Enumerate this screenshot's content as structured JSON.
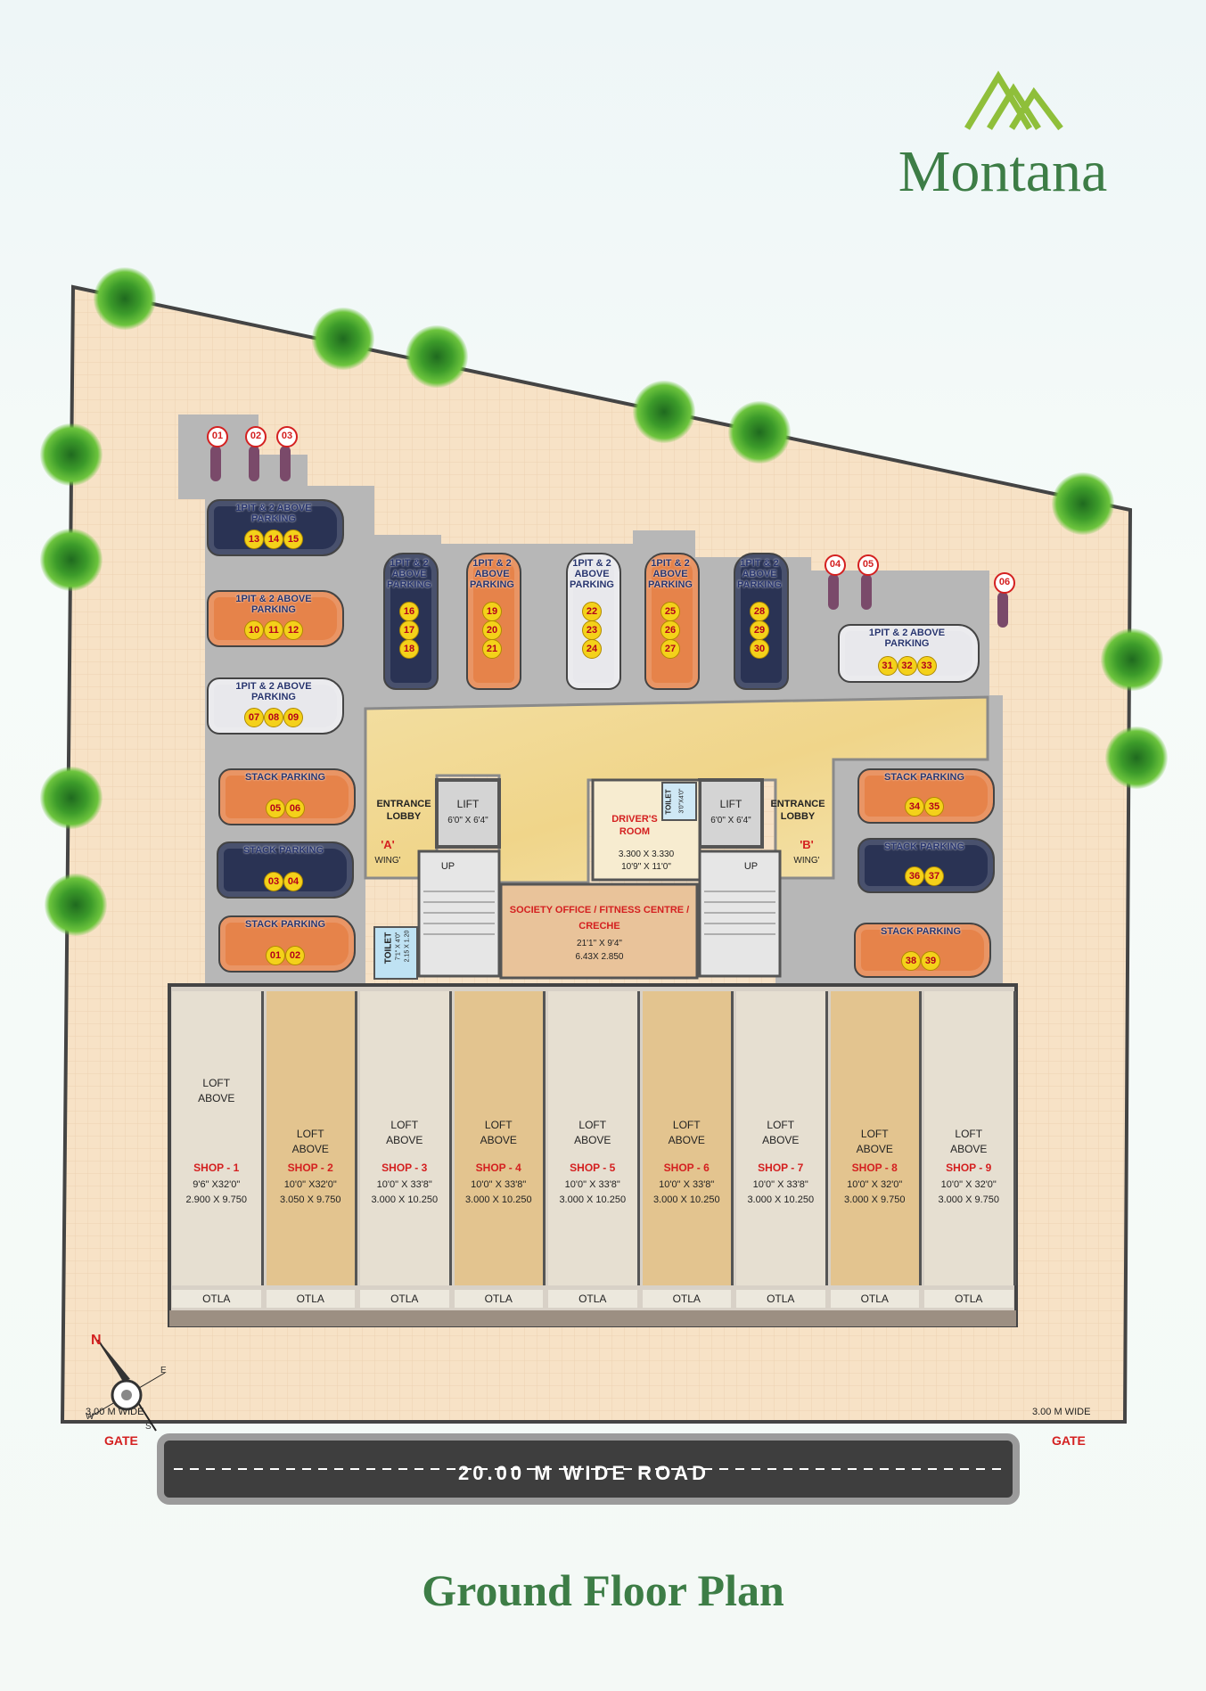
{
  "brand": {
    "name": "Montana"
  },
  "page_title": "Ground Floor Plan",
  "road": {
    "label": "20.00 M WIDE ROAD"
  },
  "gates": {
    "left": "GATE",
    "right": "GATE",
    "left_width": "3.00 M WIDE",
    "right_width": "3.00 M WIDE"
  },
  "compass": {
    "n": "N",
    "e": "E",
    "s": "S",
    "w": "W"
  },
  "lobbies": {
    "a": {
      "name": "ENTRANCE LOBBY",
      "wing": "'A'",
      "wing_word": "WING'"
    },
    "b": {
      "name": "ENTRANCE LOBBY",
      "wing": "'B'",
      "wing_word": "WING'"
    }
  },
  "lifts": {
    "a": {
      "name": "LIFT",
      "size": "6'0\" X 6'4\""
    },
    "b": {
      "name": "LIFT",
      "size": "6'0\" X 6'4\""
    }
  },
  "stairs": {
    "a": "UP",
    "b": "UP"
  },
  "drivers_room": {
    "name": "DRIVER'S ROOM",
    "size_m": "3.300 X 3.330",
    "size_ft": "10'9\" X 11'0\""
  },
  "drivers_toilet": {
    "name": "TOILET",
    "size": "3'0\"X4'0\""
  },
  "society": {
    "name": "SOCIETY OFFICE / FITNESS CENTRE / CRECHE",
    "size_ft": "21'1\" X 9'4\"",
    "size_m": "6.43X 2.850"
  },
  "toilet": {
    "name": "TOILET",
    "size_ft": "7'1\" X 4'0\"",
    "size_m": "2.15 X 1.20"
  },
  "shops": [
    {
      "name": "SHOP - 1",
      "loft": "LOFT",
      "above": "ABOVE",
      "ft": "9'6\" X32'0\"",
      "m": "2.900 X 9.750",
      "otla": "OTLA"
    },
    {
      "name": "SHOP - 2",
      "loft": "LOFT",
      "above": "ABOVE",
      "ft": "10'0\" X32'0\"",
      "m": "3.050 X 9.750",
      "otla": "OTLA"
    },
    {
      "name": "SHOP - 3",
      "loft": "LOFT",
      "above": "ABOVE",
      "ft": "10'0\" X 33'8\"",
      "m": "3.000 X 10.250",
      "otla": "OTLA"
    },
    {
      "name": "SHOP - 4",
      "loft": "LOFT",
      "above": "ABOVE",
      "ft": "10'0\" X 33'8\"",
      "m": "3.000 X 10.250",
      "otla": "OTLA"
    },
    {
      "name": "SHOP - 5",
      "loft": "LOFT",
      "above": "ABOVE",
      "ft": "10'0\" X 33'8\"",
      "m": "3.000 X 10.250",
      "otla": "OTLA"
    },
    {
      "name": "SHOP - 6",
      "loft": "LOFT",
      "above": "ABOVE",
      "ft": "10'0\" X 33'8\"",
      "m": "3.000 X 10.250",
      "otla": "OTLA"
    },
    {
      "name": "SHOP - 7",
      "loft": "LOFT",
      "above": "ABOVE",
      "ft": "10'0\" X 33'8\"",
      "m": "3.000 X 10.250",
      "otla": "OTLA"
    },
    {
      "name": "SHOP - 8",
      "loft": "LOFT",
      "above": "ABOVE",
      "ft": "10'0\" X 32'0\"",
      "m": "3.000 X 9.750",
      "otla": "OTLA"
    },
    {
      "name": "SHOP - 9",
      "loft": "LOFT",
      "above": "ABOVE",
      "ft": "10'0\" X 32'0\"",
      "m": "3.000 X 9.750",
      "otla": "OTLA"
    }
  ],
  "parking": {
    "left_horizontal": [
      {
        "label": "1PIT & 2 ABOVE PARKING",
        "nums": [
          "13",
          "14",
          "15"
        ],
        "color": "#2a3354"
      },
      {
        "label": "1PIT & 2 ABOVE PARKING",
        "nums": [
          "10",
          "11",
          "12"
        ],
        "color": "#e6834a"
      },
      {
        "label": "1PIT & 2 ABOVE PARKING",
        "nums": [
          "07",
          "08",
          "09"
        ],
        "color": "#e8e8ec"
      },
      {
        "label": "STACK PARKING",
        "nums": [
          "05",
          "06"
        ],
        "color": "#e6834a"
      },
      {
        "label": "STACK PARKING",
        "nums": [
          "03",
          "04"
        ],
        "color": "#2a3354"
      },
      {
        "label": "STACK PARKING",
        "nums": [
          "01",
          "02"
        ],
        "color": "#e6834a"
      }
    ],
    "top_vertical": [
      {
        "label": "1PIT & 2 ABOVE PARKING",
        "nums": [
          "16",
          "17",
          "18"
        ],
        "color": "#2a3354"
      },
      {
        "label": "1PIT & 2 ABOVE PARKING",
        "nums": [
          "19",
          "20",
          "21"
        ],
        "color": "#e6834a"
      },
      {
        "label": "1PIT & 2 ABOVE PARKING",
        "nums": [
          "22",
          "23",
          "24"
        ],
        "color": "#e8e8ec"
      },
      {
        "label": "1PIT & 2 ABOVE PARKING",
        "nums": [
          "25",
          "26",
          "27"
        ],
        "color": "#e6834a"
      },
      {
        "label": "1PIT & 2 ABOVE PARKING",
        "nums": [
          "28",
          "29",
          "30"
        ],
        "color": "#2a3354"
      }
    ],
    "right_top": {
      "label": "1PIT & 2 ABOVE PARKING",
      "nums": [
        "31",
        "32",
        "33"
      ],
      "color": "#e8e8ec"
    },
    "right_stack": [
      {
        "label": "STACK PARKING",
        "nums": [
          "34",
          "35"
        ],
        "color": "#e6834a"
      },
      {
        "label": "STACK PARKING",
        "nums": [
          "36",
          "37"
        ],
        "color": "#2a3354"
      },
      {
        "label": "STACK PARKING",
        "nums": [
          "38",
          "39"
        ],
        "color": "#e6834a"
      }
    ],
    "bikes": [
      "01",
      "02",
      "03",
      "04",
      "05",
      "06"
    ]
  },
  "colors": {
    "brand_green": "#3d7d46",
    "plot": "#f7e2c6",
    "red": "#d42020"
  }
}
